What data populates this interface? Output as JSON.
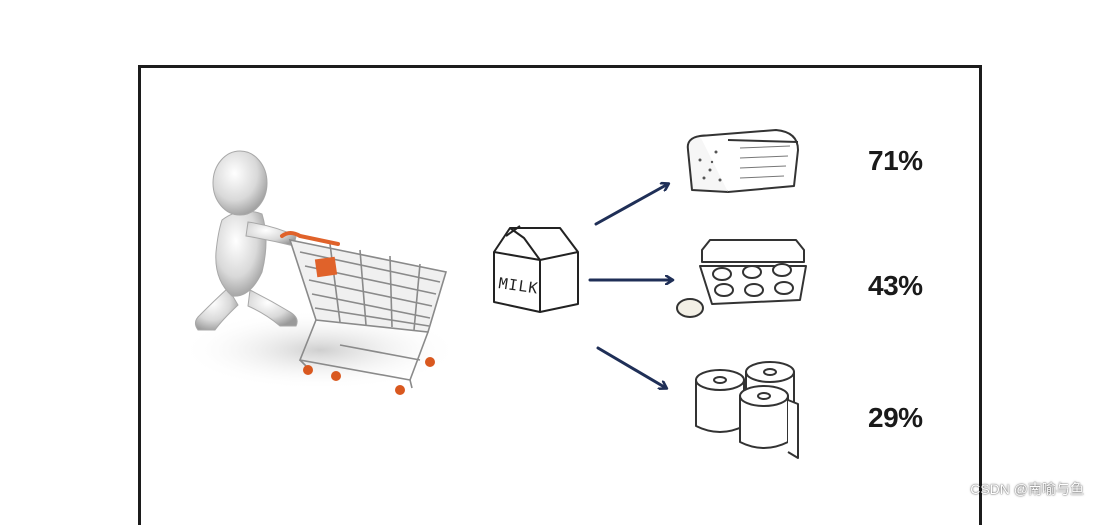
{
  "carton": {
    "label": "MILK"
  },
  "items": [
    {
      "icon": "bread-icon",
      "percentage": "71%"
    },
    {
      "icon": "eggs-icon",
      "percentage": "43%"
    },
    {
      "icon": "toilet-paper-icon",
      "percentage": "29%"
    }
  ],
  "watermark": {
    "text": "CSDN @南喻与鱼"
  },
  "colors": {
    "arrow": "#1f2f57",
    "cart_accent": "#e0622a",
    "frame": "#1c1c1c"
  }
}
